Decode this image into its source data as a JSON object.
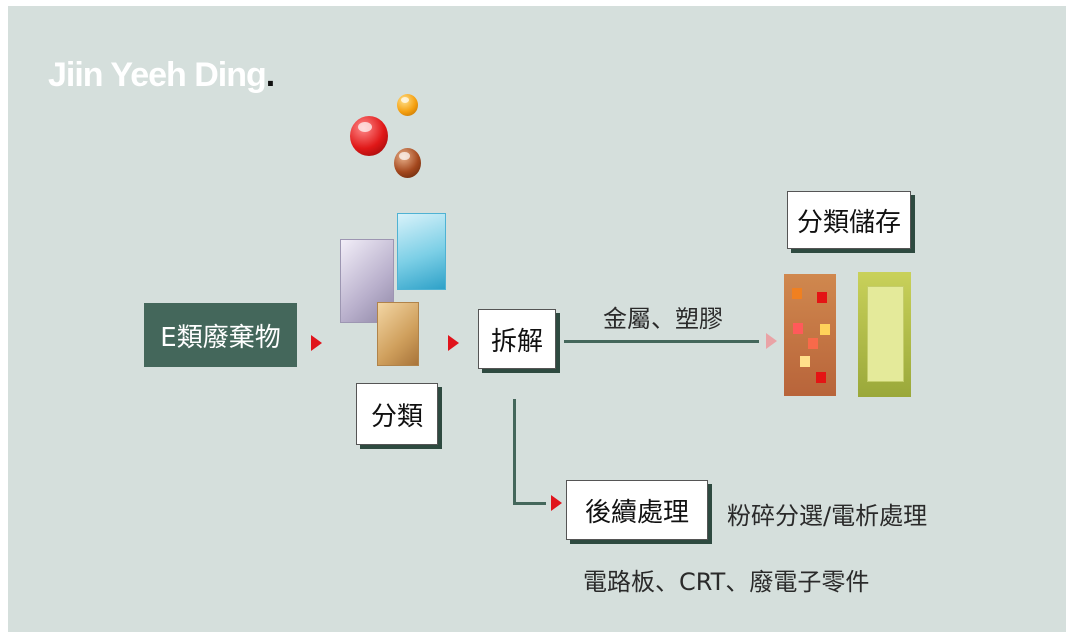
{
  "brand": {
    "name": "Jiin Yeeh Ding",
    "dot": "."
  },
  "nodes": {
    "ewaste": "E類廢棄物",
    "sort": "分類",
    "dismantle": "拆解",
    "storage": "分類儲存",
    "post": "後續處理"
  },
  "labels": {
    "metal_plastic": "金屬、塑膠",
    "crush": "粉碎分選/電析處理",
    "components": "電路板、CRT、廢電子零件"
  },
  "colors": {
    "background": "#d5dfdc",
    "node_dark": "#44675b",
    "arrow_head": "#e0141c",
    "line": "#44675b"
  },
  "icons": [
    "arrow-head-icon",
    "storage-box-icon",
    "sorting-cubes-icon",
    "decorative-ball-icon"
  ]
}
